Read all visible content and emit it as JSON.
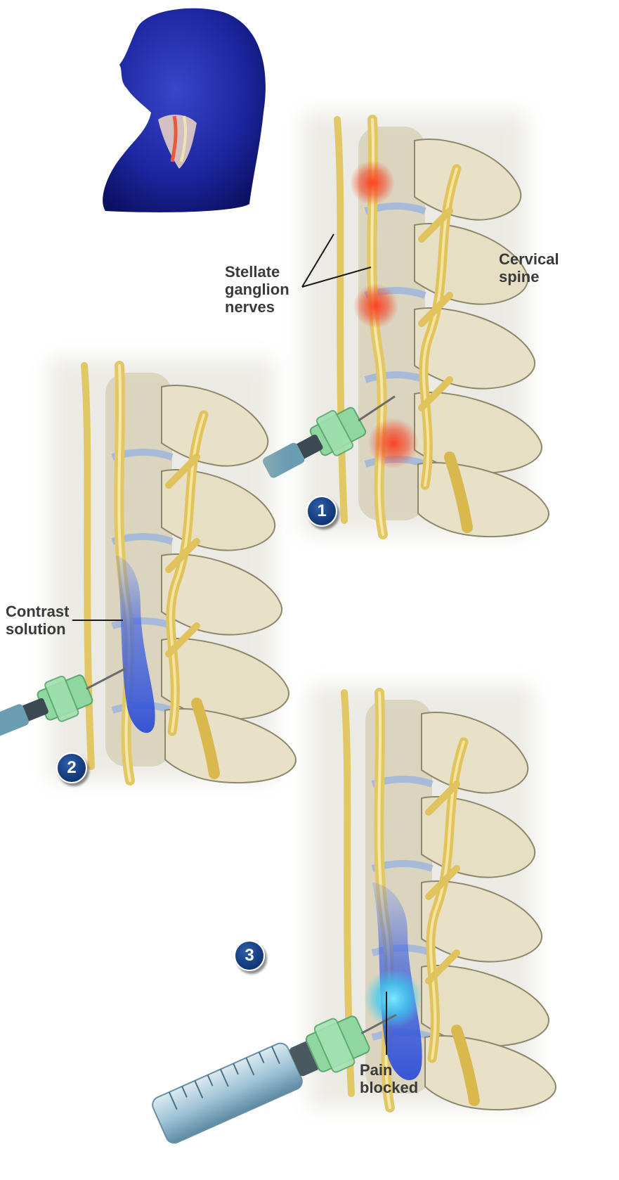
{
  "labels": {
    "stellate": [
      "Stellate",
      "ganglion",
      "nerves"
    ],
    "cervical": [
      "Cervical",
      "spine"
    ],
    "contrast": [
      "Contrast",
      "solution"
    ],
    "pain": [
      "Pain",
      "blocked"
    ]
  },
  "steps": [
    "1",
    "2",
    "3"
  ],
  "colors": {
    "silhouette": "#1a2aa0",
    "bone": "#e6dfc4",
    "nerve": "#e9cf6b",
    "disc": "#9ab6e0",
    "inflammation": "#f04a2a",
    "contrast": "#3c5fd9",
    "anesthetic": "#4fd3f2",
    "needle_hub": "#8fd6a0",
    "badge": "#163f85",
    "label_text": "#3a3a3a"
  }
}
